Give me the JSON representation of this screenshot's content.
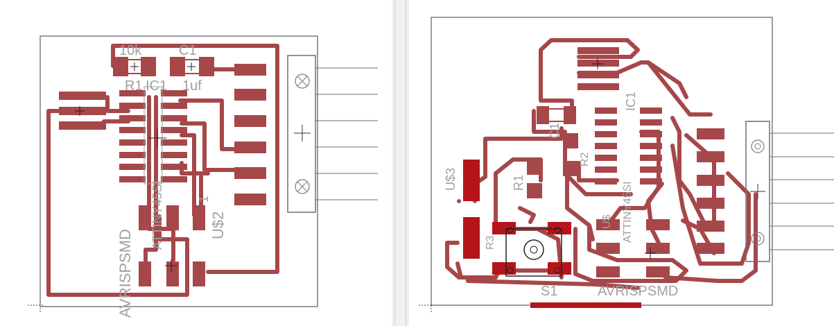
{
  "left_board": {
    "labels": {
      "r1_value": "10k",
      "r1_name": "R1",
      "c1_value": "1uf",
      "c1_name": "C1",
      "ic1_name": "IC1",
      "ic1_part": "ATTINY45SI",
      "isp_name": "AVRISPSMD",
      "us2": "U$2",
      "mark_1": "1",
      "mark_2": "1"
    }
  },
  "right_board": {
    "labels": {
      "c1_name": "C1",
      "r2_name": "R2",
      "r1_name": "R1",
      "us3": "U$3",
      "r3_name": "R3",
      "ic1_name": "IC1",
      "ic1_part": "ATTINY45SI",
      "us2_partial": "U$",
      "s1_name": "S1",
      "isp_name": "AVRISPSMD"
    }
  },
  "colors": {
    "copper": "#a6474a",
    "copper_dark": "#c2171d",
    "outline": "#3a3a3a",
    "silk": "#a0a0a0",
    "background": "#ffffff"
  },
  "icons": [
    "crosshair-icon",
    "mounting-hole-icon"
  ]
}
